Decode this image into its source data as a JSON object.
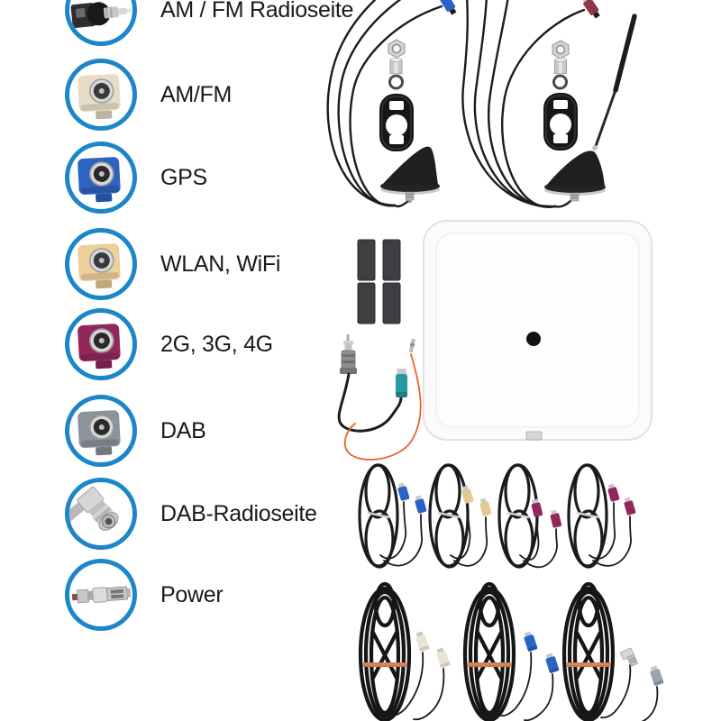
{
  "legend": {
    "ring_color": "#1d86c8",
    "items": [
      {
        "id": "am-fm-radio-side",
        "label": "AM / FM Radioseite",
        "icon": "din-plug-icon",
        "color": "#2e2e30"
      },
      {
        "id": "am-fm",
        "label": "AM/FM",
        "icon": "fakra-connector-icon",
        "color": "#e8dcc8"
      },
      {
        "id": "gps",
        "label": "GPS",
        "icon": "fakra-connector-icon",
        "color": "#2f63c1"
      },
      {
        "id": "wlan-wifi",
        "label": "WLAN, WiFi",
        "icon": "fakra-connector-icon",
        "color": "#eccf9a"
      },
      {
        "id": "2g-3g-4g",
        "label": "2G, 3G, 4G",
        "icon": "fakra-connector-icon",
        "color": "#93275d"
      },
      {
        "id": "dab",
        "label": "DAB",
        "icon": "fakra-connector-icon",
        "color": "#8d939b"
      },
      {
        "id": "dab-radio-side",
        "label": "DAB-Radioseite",
        "icon": "angled-smb-plug-icon",
        "color": "#d6d6d8"
      },
      {
        "id": "power",
        "label": "Power",
        "icon": "crimp-terminal-icon",
        "color": "#c9c9cb"
      }
    ]
  },
  "colors": {
    "blue": "#2a63c6",
    "beige": "#e4c98f",
    "magenta": "#93275d",
    "wine_red": "#8e3548",
    "teal": "#279a9b",
    "white_conn": "#eae4d4",
    "gray_conn": "#9aa4ae",
    "orange_wire": "#e8642c",
    "copper_tie": "#c77a4c",
    "cable_black": "#1c1c1e",
    "fin_black": "#1f1f21"
  }
}
